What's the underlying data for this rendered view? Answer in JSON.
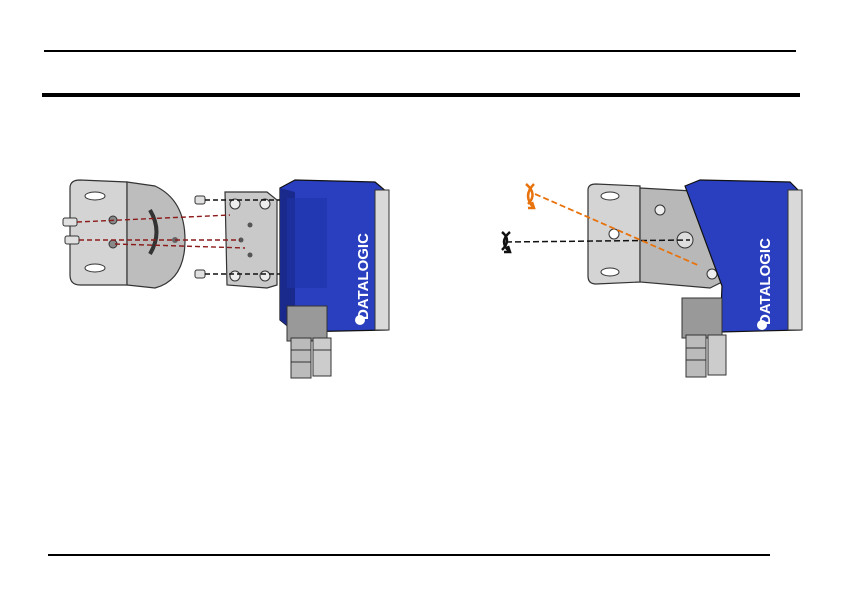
{
  "brand": {
    "logo_text": "DATALOGIC",
    "body_color": "#2a3fc0",
    "body_dark": "#1a2a8c",
    "body_light": "#4a63e0"
  },
  "figures": [
    {
      "name": "exploded-mounting-view"
    },
    {
      "name": "assembled-rotation-view"
    }
  ],
  "colors": {
    "screw_axis_line": "#8b1a1a",
    "tilt_arrow": "#e8720c",
    "rotate_arrow": "#111111",
    "bracket": "#c9c9c9",
    "bracket_shade": "#a8a8a8"
  }
}
